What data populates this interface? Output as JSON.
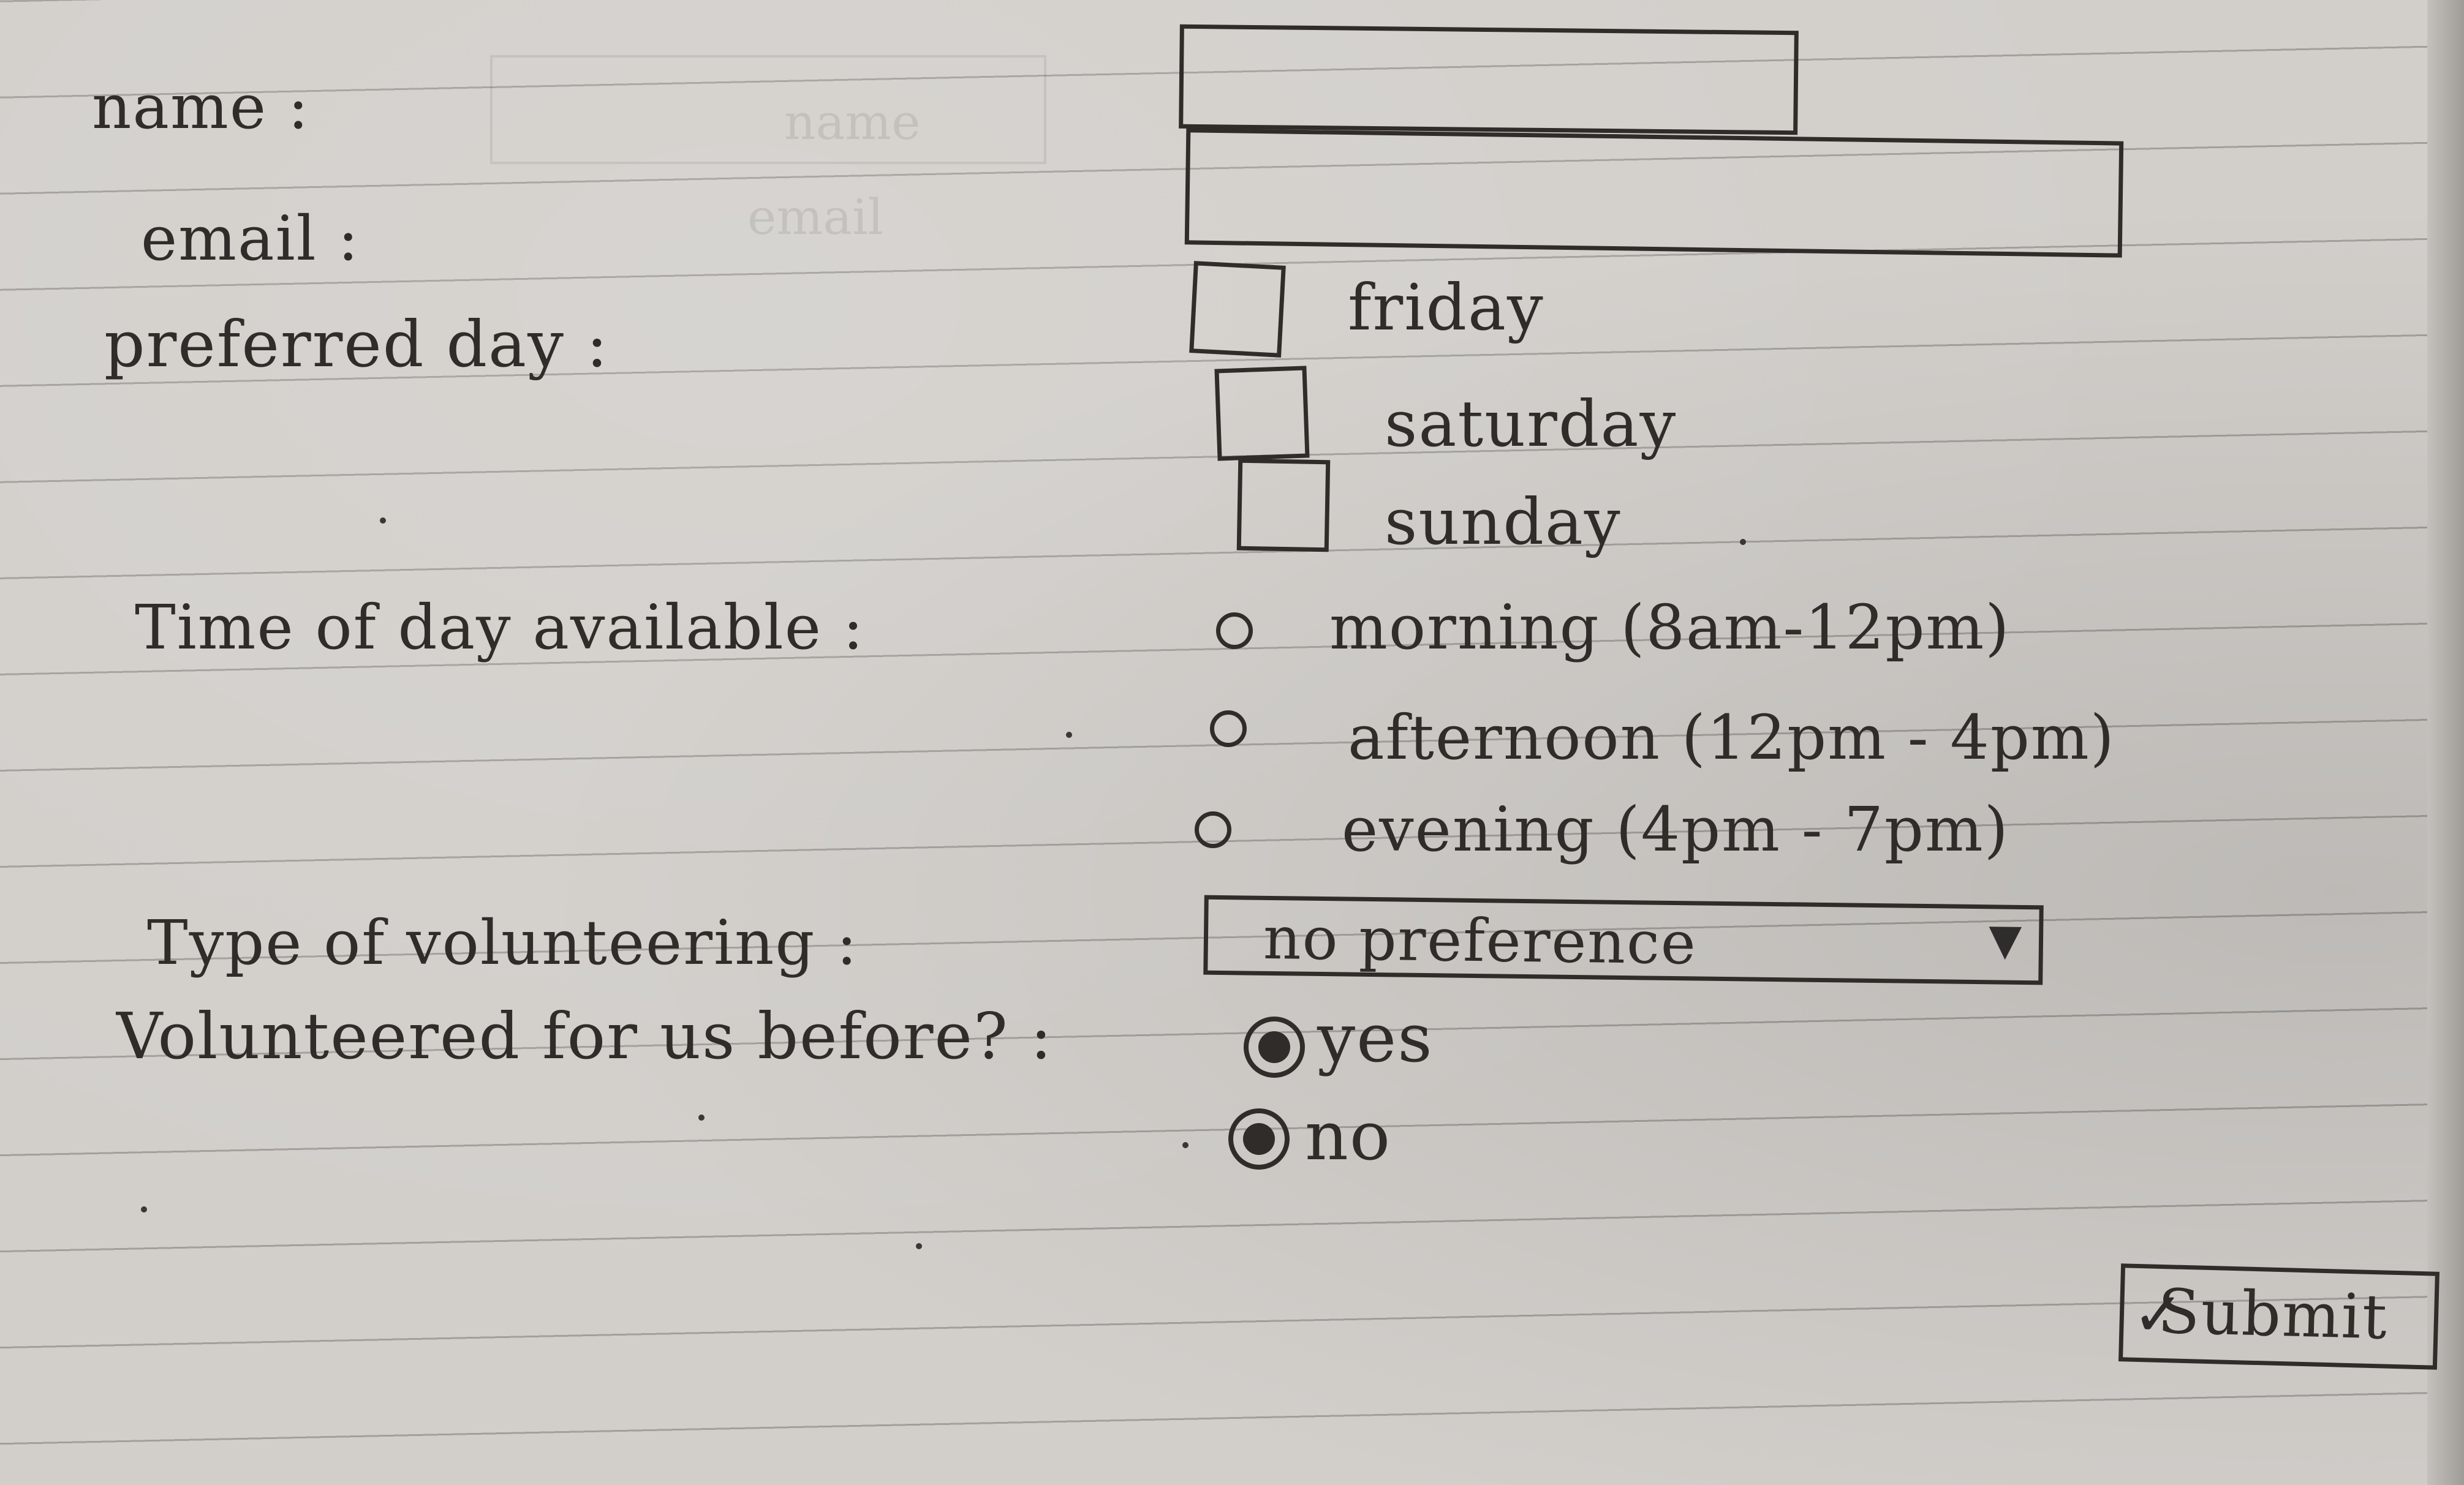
{
  "form": {
    "name": {
      "label": "name :",
      "placeholder": "name"
    },
    "email": {
      "label": "email :",
      "placeholder": "email"
    },
    "preferred_day": {
      "label": "preferred day :",
      "options": [
        "friday",
        "saturday",
        "sunday"
      ]
    },
    "time_of_day": {
      "label": "Time of day available :",
      "options": [
        "morning (8am-12pm)",
        "afternoon (12pm - 4pm)",
        "evening (4pm - 7pm)"
      ]
    },
    "type_of_volunteering": {
      "label": "Type of volunteering :",
      "selected": "no preference"
    },
    "volunteered_before": {
      "label": "Volunteered for us before? :",
      "options": [
        "yes",
        "no"
      ]
    },
    "submit_label": "Submit"
  }
}
